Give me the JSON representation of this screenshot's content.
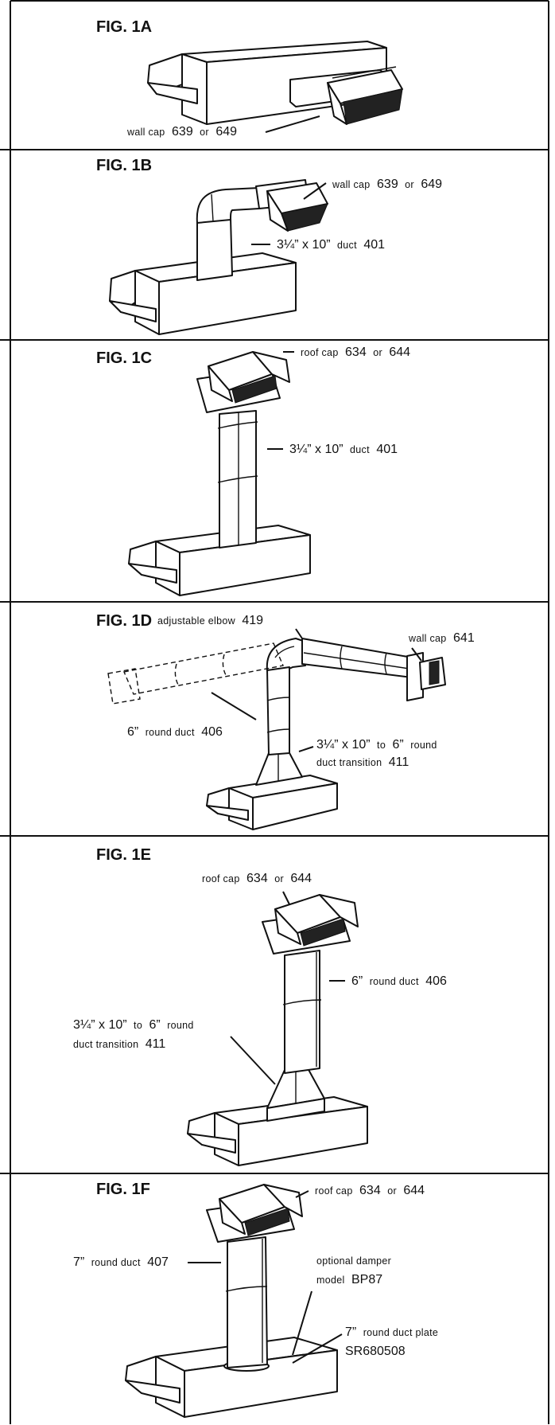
{
  "figures": [
    {
      "title": "FIG. 1A",
      "labels": [
        {
          "text": "wall cap",
          "num": "639",
          "joiner": "or",
          "num2": "649"
        }
      ]
    },
    {
      "title": "FIG. 1B",
      "labels": [
        {
          "text": "wall cap",
          "num": "639",
          "joiner": "or",
          "num2": "649"
        },
        {
          "pre": "3¼” x 10”",
          "text": "duct",
          "num": "401"
        }
      ]
    },
    {
      "title": "FIG. 1C",
      "labels": [
        {
          "text": "roof cap",
          "num": "634",
          "joiner": "or",
          "num2": "644"
        },
        {
          "pre": "3¼” x 10”",
          "text": "duct",
          "num": "401"
        }
      ]
    },
    {
      "title": "FIG. 1D",
      "labels": [
        {
          "text": "adjustable elbow",
          "num": "419"
        },
        {
          "text": "wall cap",
          "num": "641"
        },
        {
          "pre": "6”",
          "text": "round duct",
          "num": "406"
        },
        {
          "pre": "3¼” x 10”",
          "text": "to",
          "mid": "6”",
          "text2": "round"
        },
        {
          "text": "duct transition",
          "num": "411"
        }
      ]
    },
    {
      "title": "FIG. 1E",
      "labels": [
        {
          "text": "roof cap",
          "num": "634",
          "joiner": "or",
          "num2": "644"
        },
        {
          "pre": "6”",
          "text": "round duct",
          "num": "406"
        },
        {
          "pre": "3¼” x 10”",
          "text": "to",
          "mid": "6”",
          "text2": "round"
        },
        {
          "text": "duct transition",
          "num": "411"
        }
      ]
    },
    {
      "title": "FIG. 1F",
      "labels": [
        {
          "text": "roof cap",
          "num": "634",
          "joiner": "or",
          "num2": "644"
        },
        {
          "pre": "7”",
          "text": "round duct",
          "num": "407"
        },
        {
          "text": "optional damper"
        },
        {
          "text": "model",
          "num": "BP87"
        },
        {
          "pre": "7”",
          "text": "round duct plate"
        },
        {
          "num": "SR680508"
        }
      ]
    }
  ]
}
